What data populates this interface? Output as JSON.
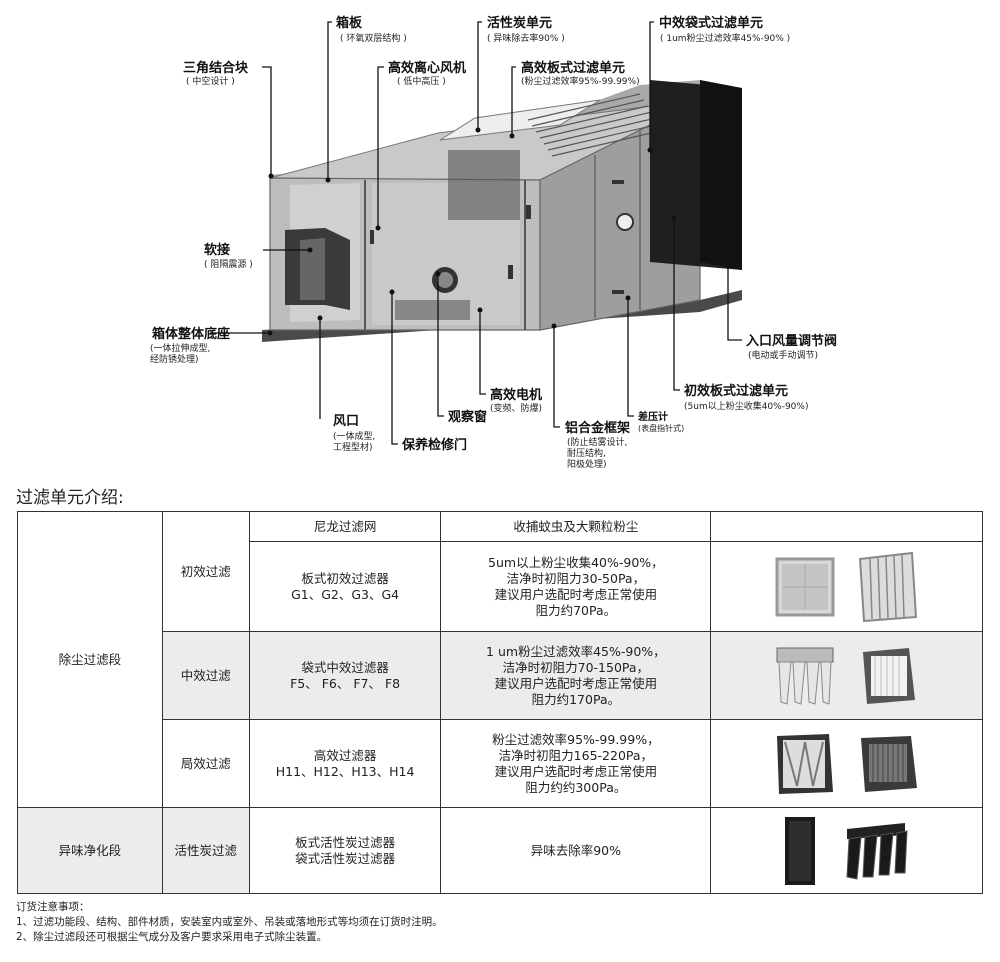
{
  "diagram": {
    "labels": [
      {
        "id": "box-panel",
        "title": "箱板",
        "sub": "( 环氧双层结构 )"
      },
      {
        "id": "carbon",
        "title": "活性炭单元",
        "sub": "( 异味除去率90% )"
      },
      {
        "id": "bag-filter",
        "title": "中效袋式过滤单元",
        "sub": "( 1um粉尘过滤效率45%-90% )"
      },
      {
        "id": "triangle",
        "title": "三角结合块",
        "sub": "( 中空设计 )"
      },
      {
        "id": "fan",
        "title": "高效离心风机",
        "sub": "( 低中高压 )"
      },
      {
        "id": "hepa",
        "title": "高效板式过滤单元",
        "sub": "(粉尘过滤效率95%-99.99%)"
      },
      {
        "id": "flex-joint",
        "title": "软接",
        "sub": "( 阻隔震源 )"
      },
      {
        "id": "base",
        "title": "箱体整体底座",
        "sub": "(一体拉伸成型,\n经防锈处理)"
      },
      {
        "id": "damper",
        "title": "入口风量调节阀",
        "sub": "(电动或手动调节)"
      },
      {
        "id": "motor",
        "title": "高效电机",
        "sub": "(变频、防爆)"
      },
      {
        "id": "primary",
        "title": "初效板式过滤单元",
        "sub": "(5um以上粉尘收集40%-90%)"
      },
      {
        "id": "gauge",
        "title": "差压计",
        "sub": "(表盘指针式)"
      },
      {
        "id": "outlet",
        "title": "风口",
        "sub": "(一体成型,\n工程型材)"
      },
      {
        "id": "window",
        "title": "观察窗",
        "sub": ""
      },
      {
        "id": "frame",
        "title": "铝合金框架",
        "sub": "(防止结雾设计,\n耐压结构,\n阳极处理)"
      },
      {
        "id": "door",
        "title": "保养检修门",
        "sub": ""
      }
    ]
  },
  "section_title": "过滤单元介绍:",
  "table": {
    "header": {
      "col3": "尼龙过滤网",
      "col4": "收捕蚊虫及大颗粒粉尘"
    },
    "groups": [
      {
        "name": "除尘过滤段"
      },
      {
        "name": "异味净化段"
      }
    ],
    "rows": [
      {
        "stage": "初效过滤",
        "type_lines": [
          "板式初效过滤器",
          "G1、G2、G3、G4"
        ],
        "desc_lines": [
          "5um以上粉尘收集40%-90%，",
          "洁净时初阻力30-50Pa，",
          "建议用户选配时考虑正常使用",
          "阻力约70Pa。"
        ],
        "images": [
          "panel-filter-icon",
          "pleated-panel-filter-icon"
        ]
      },
      {
        "stage": "中效过滤",
        "type_lines": [
          "袋式中效过滤器",
          "F5、 F6、 F7、 F8"
        ],
        "desc_lines": [
          "1 um粉尘过滤效率45%-90%，",
          "洁净时初阻力70-150Pa，",
          "建议用户选配时考虑正常使用",
          "阻力约170Pa。"
        ],
        "images": [
          "bag-filter-icon",
          "box-filter-icon"
        ]
      },
      {
        "stage": "局效过滤",
        "type_lines": [
          "高效过滤器",
          "H11、H12、H13、H14"
        ],
        "desc_lines": [
          "粉尘过滤效率95%-99.99%，",
          "洁净时初阻力165-220Pa，",
          "建议用户选配时考虑正常使用",
          "阻力约约300Pa。"
        ],
        "images": [
          "v-bank-filter-icon",
          "hepa-box-filter-icon"
        ]
      },
      {
        "stage": "活性炭过滤",
        "type_lines": [
          "板式活性炭过滤器",
          "袋式活性炭过滤器"
        ],
        "desc_lines": [
          "异味去除率90%"
        ],
        "images": [
          "carbon-panel-icon",
          "carbon-bag-filter-icon"
        ]
      }
    ]
  },
  "notes": {
    "title": "订货注意事项：",
    "items": [
      "1、过滤功能段、结构、部件材质，安装室内或室外、吊装或落地形式等均须在订货时注明。",
      "2、除尘过滤段还可根据尘气成分及客户要求采用电子式除尘装置。"
    ]
  }
}
